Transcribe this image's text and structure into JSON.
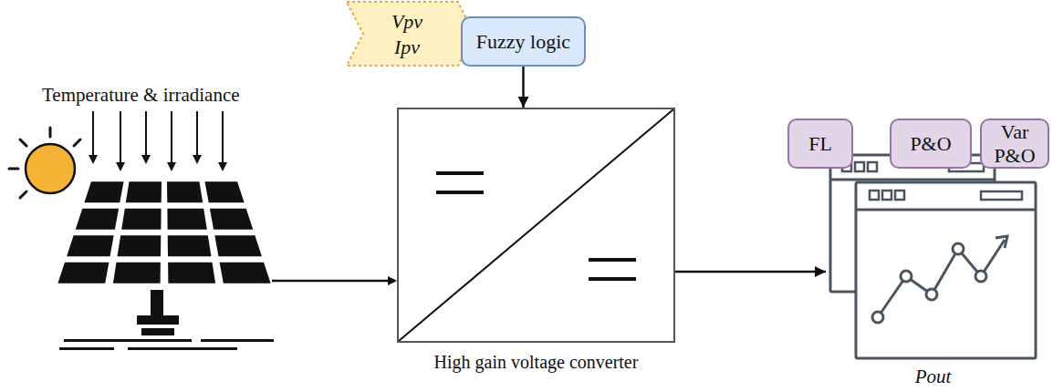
{
  "diagram": {
    "nodes": [
      {
        "text": [
          "Vpv",
          "Ipv"
        ]
      },
      {
        "text": [
          "Fuzzy logic"
        ]
      },
      {
        "text": [
          "High gain voltage converter"
        ]
      },
      {
        "text": [
          "FL"
        ]
      },
      {
        "text": [
          "P&O"
        ]
      },
      {
        "text": [
          "Var P&O"
        ]
      },
      {
        "text": [
          "Pout"
        ]
      }
    ],
    "edges": [
      {
        "from": 1,
        "to": 2,
        "arrow": "to"
      },
      {
        "from": 2,
        "to": 6,
        "arrow": "to"
      }
    ],
    "labels": [
      "Temperature & irradiance"
    ]
  }
}
